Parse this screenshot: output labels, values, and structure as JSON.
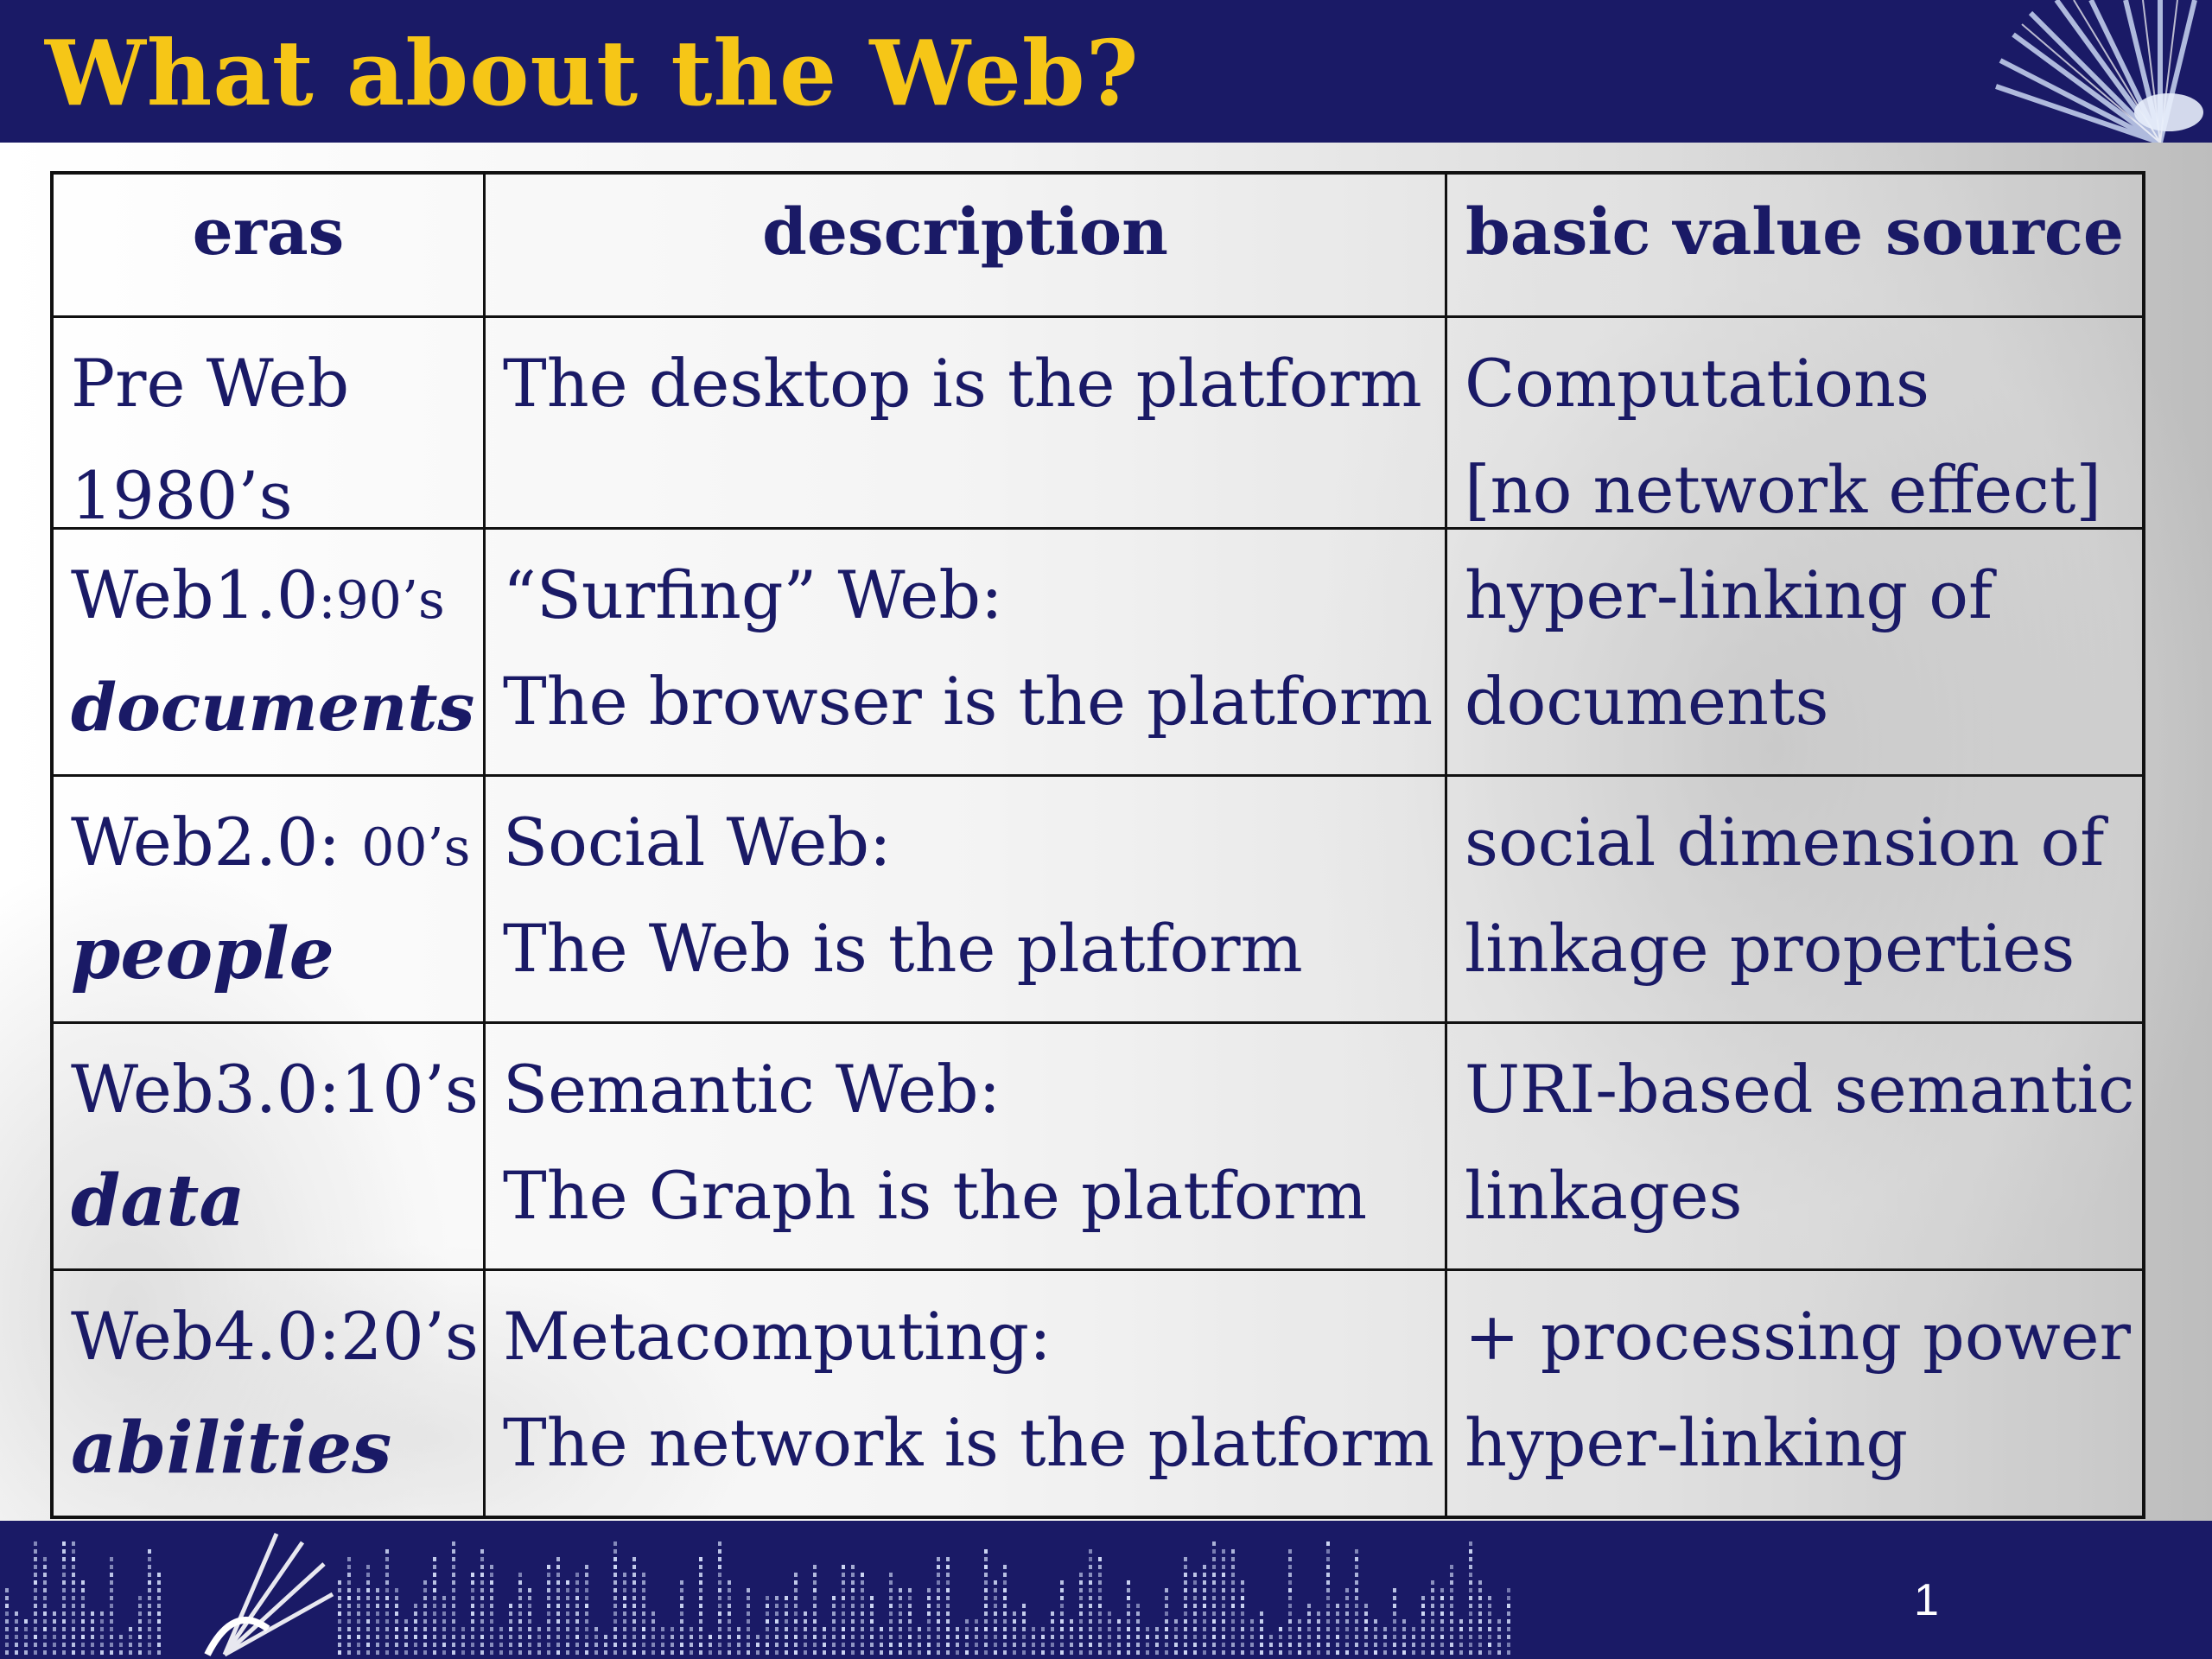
{
  "slide": {
    "title": "What about the Web?",
    "page_number": "1"
  },
  "colors": {
    "header_bg": "#1a1a66",
    "title_text": "#f6c617",
    "body_text": "#1a1a66"
  },
  "icons": {
    "header_logo": "fan-emblem-icon",
    "footer_logo": "fan-emblem-icon"
  },
  "table": {
    "headers": [
      "eras",
      "description",
      "basic value source"
    ],
    "rows": [
      {
        "era_line1": "Pre Web",
        "era_line1_suffix": "",
        "era_line2": "1980’s",
        "desc_line1": "The desktop is the platform",
        "desc_line2": "",
        "value_line1": "Computations",
        "value_line2": "[no network effect]"
      },
      {
        "era_line1": "Web1.0",
        "era_line1_suffix": ":90’s",
        "era_line2": "documents",
        "desc_line1": "“Surfing” Web:",
        "desc_line2": "The browser is the platform",
        "value_line1": "hyper-linking of",
        "value_line2": "documents"
      },
      {
        "era_line1": "Web2.0: ",
        "era_line1_suffix": "00’s",
        "era_line2": "people",
        "desc_line1": "Social Web:",
        "desc_line2": "The Web is the platform",
        "value_line1": "social dimension of",
        "value_line2": "linkage properties"
      },
      {
        "era_line1": "Web3.0:10’s",
        "era_line1_suffix": "",
        "era_line2": "data",
        "desc_line1": "Semantic Web:",
        "desc_line2": "The Graph is the platform",
        "value_line1": "URI-based semantic",
        "value_line2": "linkages"
      },
      {
        "era_line1": "Web4.0:20’s",
        "era_line1_suffix": "",
        "era_line2": "abilities",
        "desc_line1": "Metacomputing:",
        "desc_line2": "The network is the platform",
        "value_line1": "+ processing power",
        "value_line2": "hyper-linking"
      }
    ]
  }
}
